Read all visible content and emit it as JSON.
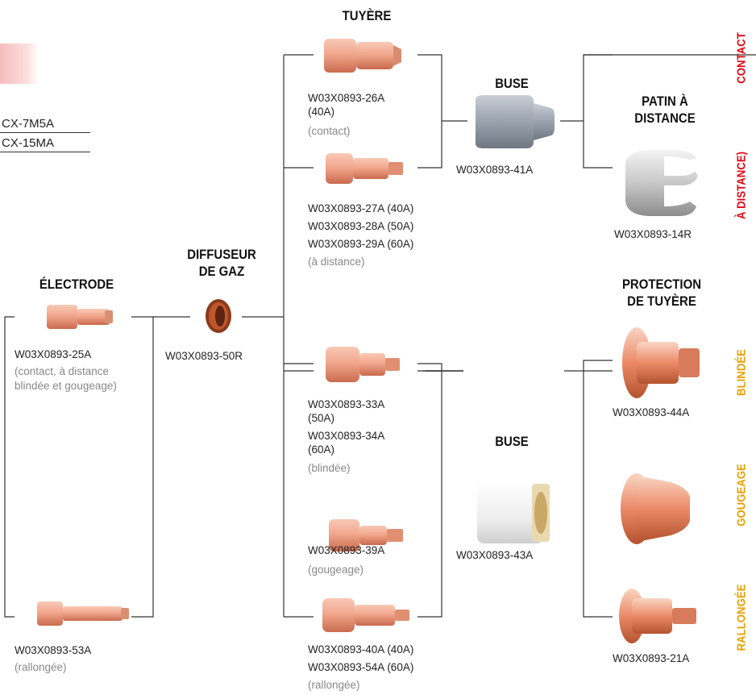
{
  "models": [
    "CX-7M5A",
    "CX-15MA"
  ],
  "headings": {
    "electrode": "ÉLECTRODE",
    "diffuser_line1": "DIFFUSEUR",
    "diffuser_line2": "DE GAZ",
    "tip": "TUYÈRE",
    "nozzle_top": "BUSE",
    "standoff_line1": "PATIN À",
    "standoff_line2": "DISTANCE",
    "shield_line1": "PROTECTION",
    "shield_line2": "DE TUYÈRE",
    "nozzle_bottom": "BUSE"
  },
  "side_labels": {
    "contact": "CONTACT",
    "standoff": "À DISTANCE)",
    "shielded": "BLINDÉE",
    "gouging": "GOUGEAGE",
    "extended": "RALLONGÉE"
  },
  "parts": {
    "electrode_std": {
      "pn": "W03X0893-25A",
      "note1": "(contact, à distance",
      "note2": "blindée et gougeage)"
    },
    "electrode_ext": {
      "pn": "W03X0893-53A",
      "note": "(rallongée)"
    },
    "diffuser": {
      "pn": "W03X0893-50R"
    },
    "tip_contact": {
      "pn1": "W03X0893-26A",
      "pn2": "(40A)",
      "note": "(contact)"
    },
    "tip_standoff": {
      "pn1": "W03X0893-27A (40A)",
      "pn2": "W03X0893-28A (50A)",
      "pn3": "W03X0893-29A (60A)",
      "note": "(à distance)"
    },
    "nozzle_top": {
      "pn": "W03X0893-41A"
    },
    "standoff_guide": {
      "pn": "W03X0893-14R"
    },
    "tip_shielded": {
      "pn1": "W03X0893-33A",
      "pn2": "(50A)",
      "pn3": "W03X0893-34A",
      "pn4": "(60A)",
      "note": "(blindée)"
    },
    "tip_gouging": {
      "pn": "W03X0893-39A",
      "note": "(gougeage)"
    },
    "tip_extended": {
      "pn1": "W03X0893-40A (40A)",
      "pn2": "W03X0893-54A (60A)",
      "note": "(rallongée)"
    },
    "nozzle_bottom": {
      "pn": "W03X0893-43A"
    },
    "shield_shielded": {
      "pn": "W03X0893-44A"
    },
    "shield_extended": {
      "pn": "W03X0893-21A"
    }
  },
  "colors": {
    "accent_red": "#e30613",
    "copper": "#e8876a",
    "line": "#333333"
  }
}
